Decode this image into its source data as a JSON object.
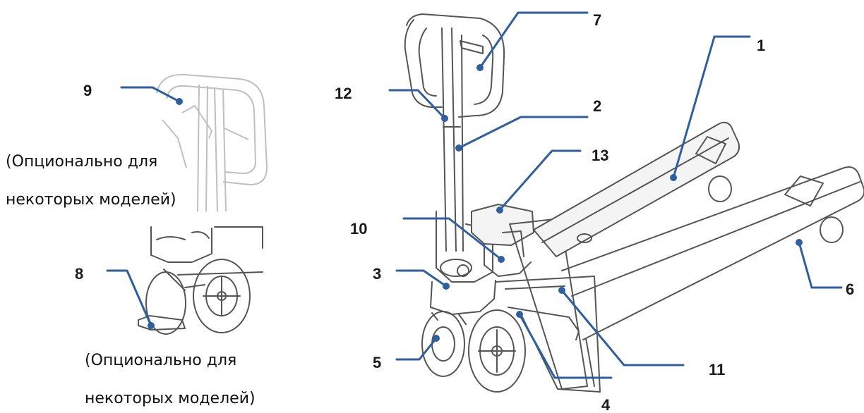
{
  "colors": {
    "leader": "#2f5f9e",
    "outline": "#555555",
    "outline_light": "#bfbfbf"
  },
  "callouts": [
    {
      "id": "1",
      "label": "1"
    },
    {
      "id": "2",
      "label": "2"
    },
    {
      "id": "3",
      "label": "3"
    },
    {
      "id": "4",
      "label": "4"
    },
    {
      "id": "5",
      "label": "5"
    },
    {
      "id": "6",
      "label": "6"
    },
    {
      "id": "7",
      "label": "7"
    },
    {
      "id": "8",
      "label": "8"
    },
    {
      "id": "9",
      "label": "9"
    },
    {
      "id": "10",
      "label": "10"
    },
    {
      "id": "11",
      "label": "11"
    },
    {
      "id": "12",
      "label": "12"
    },
    {
      "id": "13",
      "label": "13"
    }
  ],
  "notes": {
    "optional_top_line1": "(Опционально для",
    "optional_top_line2": "некоторых моделей)",
    "optional_bottom_line1": "(Опционально для",
    "optional_bottom_line2": "некоторых моделей)"
  },
  "icons": {
    "main": "pallet-truck-drawing",
    "inset_handle": "handle-detail-drawing",
    "inset_wheel": "brake-wheel-detail-drawing"
  }
}
